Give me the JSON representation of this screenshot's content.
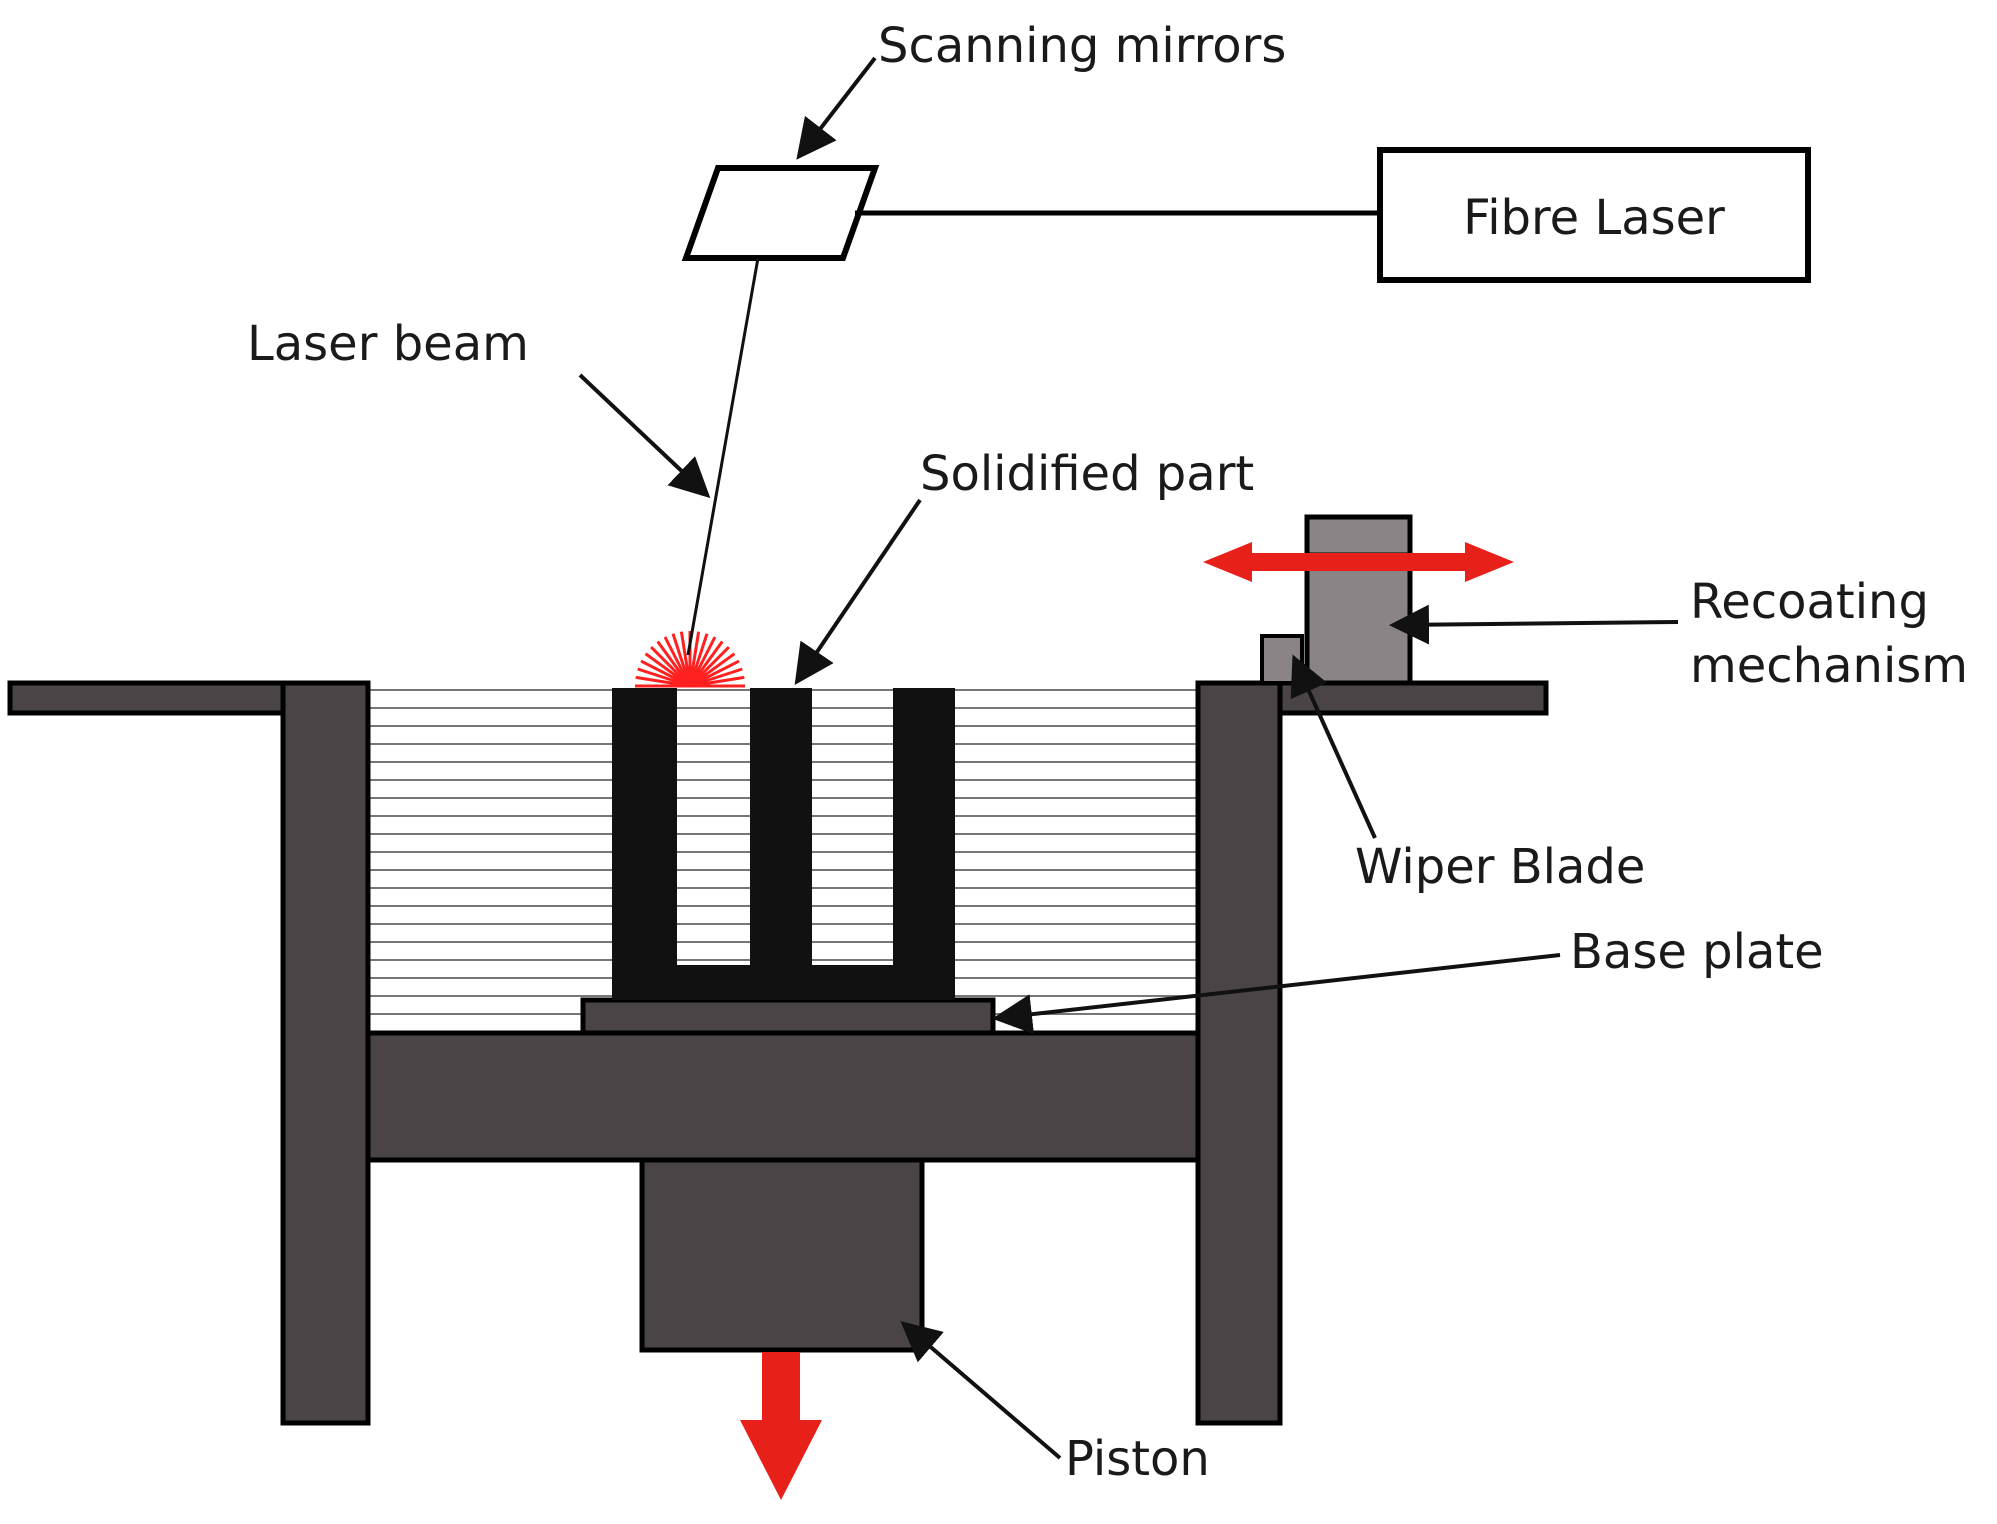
{
  "labels": {
    "scanning_mirrors": "Scanning mirrors",
    "fibre_laser": "Fibre Laser",
    "laser_beam": "Laser beam",
    "solidified_part": "Solidified part",
    "recoating_line1": "Recoating",
    "recoating_line2": "mechanism",
    "wiper_blade": "Wiper Blade",
    "base_plate": "Base plate",
    "piston": "Piston"
  },
  "colors": {
    "machine": "#4a4446",
    "part": "#111111",
    "laser_spot": "#ff2020",
    "motion_arrow": "#e8201a",
    "powder_lines": "#777777"
  }
}
